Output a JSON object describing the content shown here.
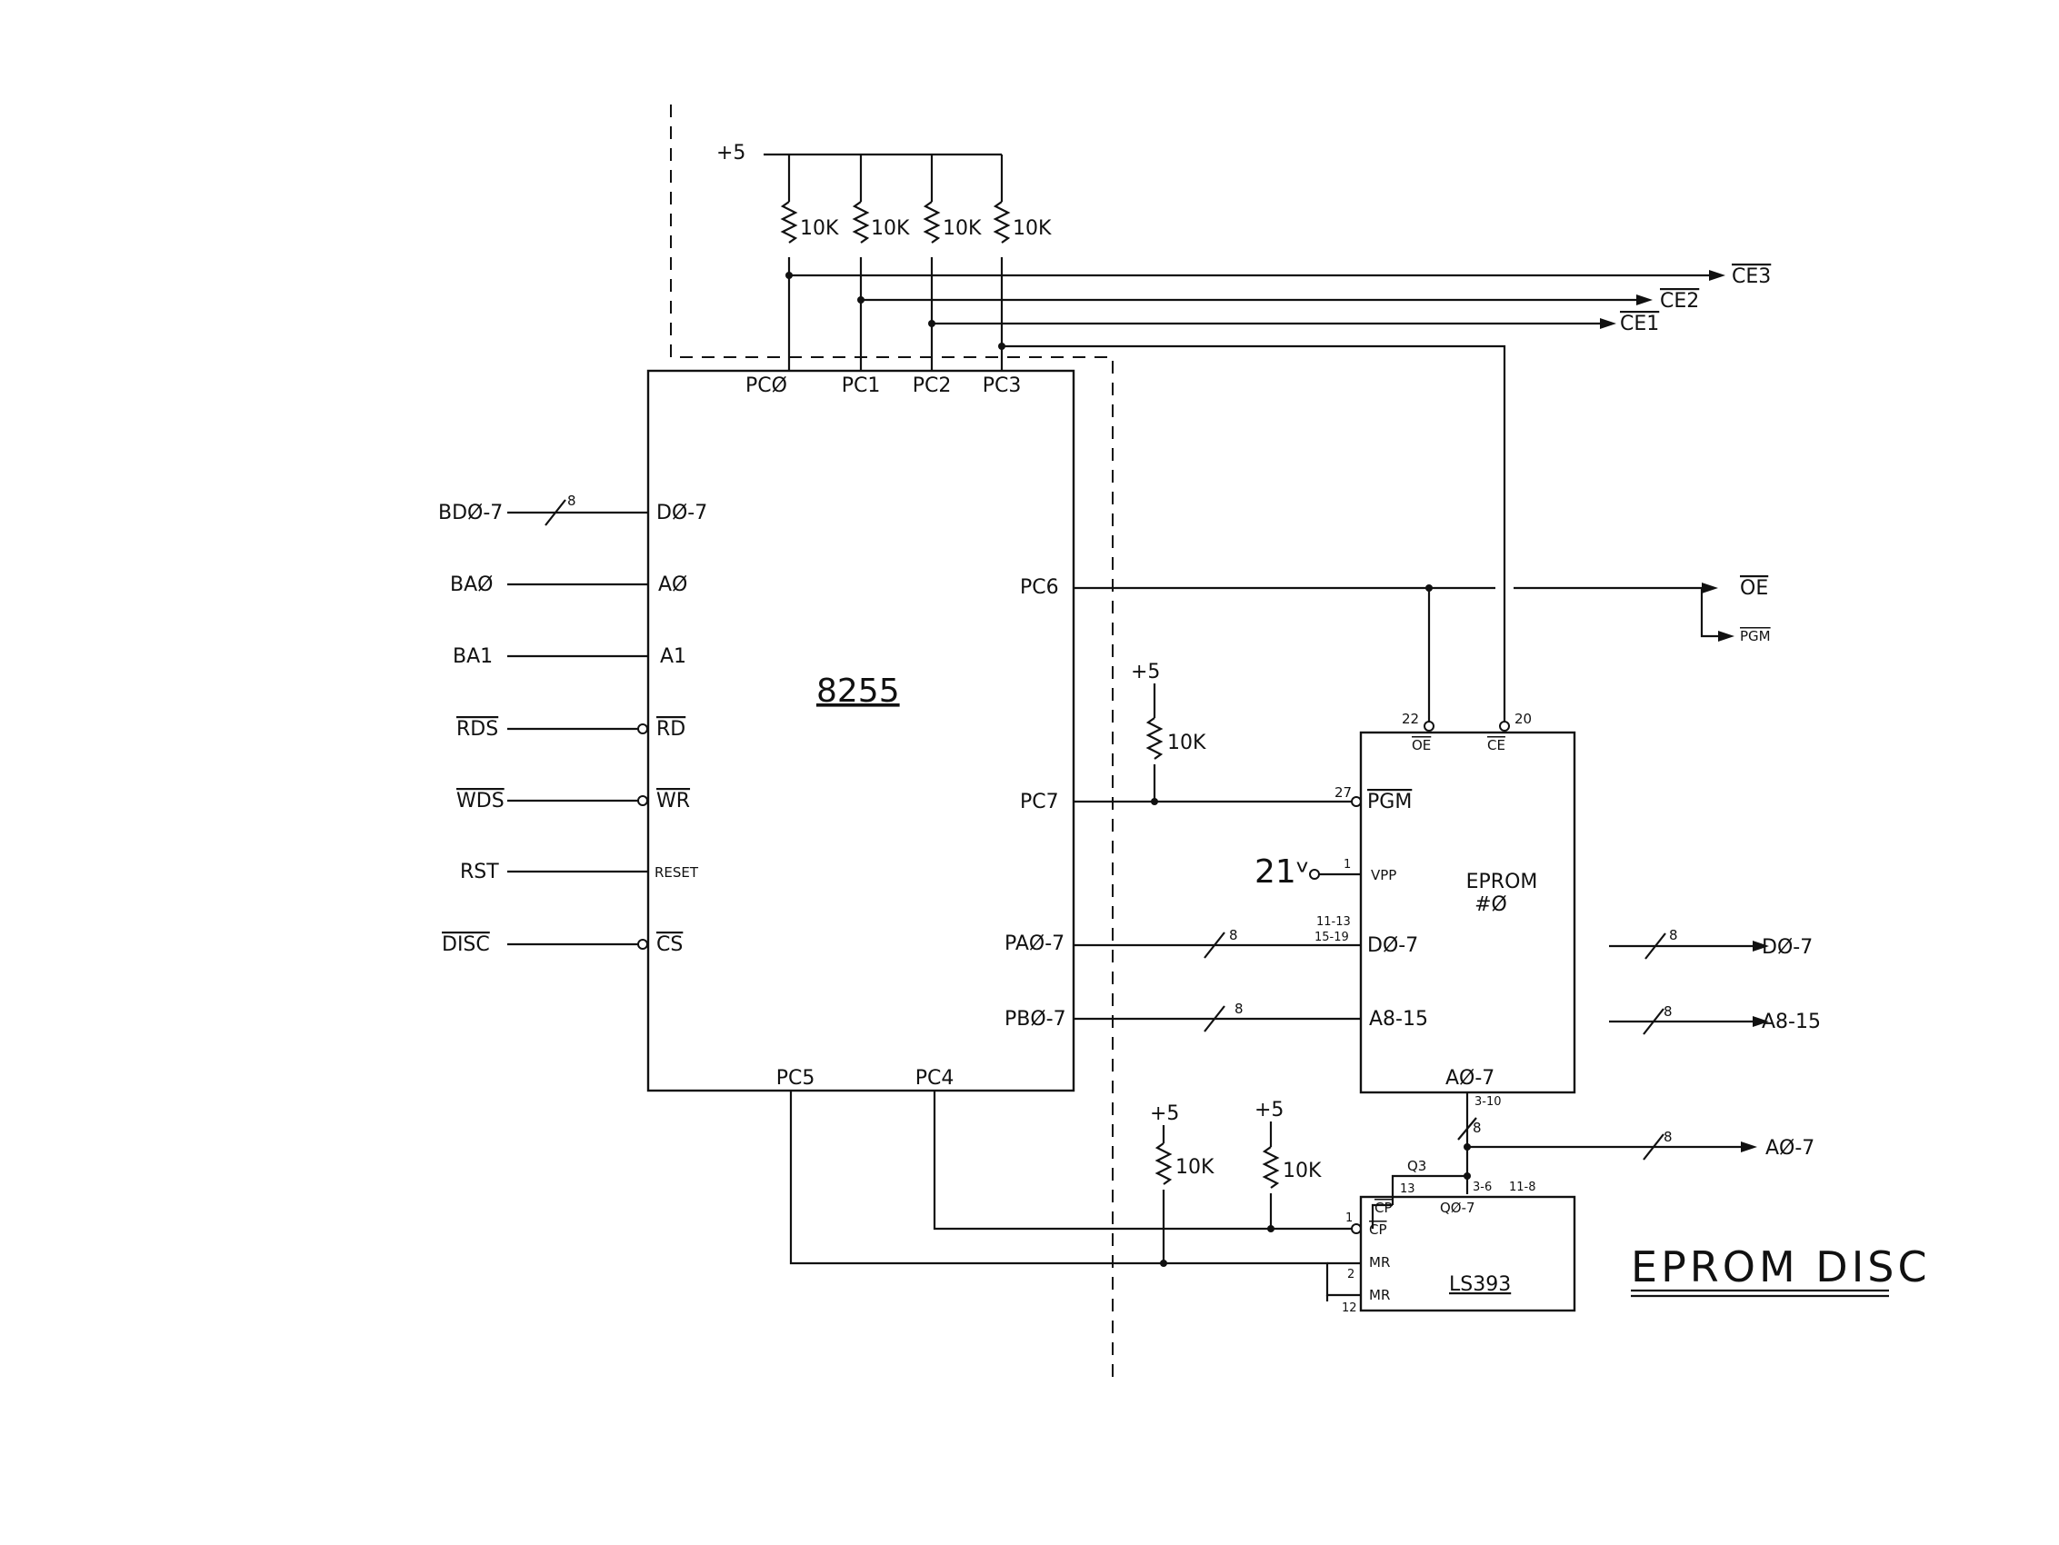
{
  "diagram": {
    "title": "EPROM DISC",
    "supply": "+5",
    "resistor": "10K",
    "vpp_supply": "21ᵛ",
    "ic_8255": {
      "name": "8255",
      "pins": {
        "pc0": "PCØ",
        "pc1": "PC1",
        "pc2": "PC2",
        "pc3": "PC3",
        "d07": "DØ-7",
        "a0": "AØ",
        "a1": "A1",
        "rd": "RD",
        "wr": "WR",
        "reset": "RESET",
        "cs": "CS",
        "pc6": "PC6",
        "pc7": "PC7",
        "pa07": "PAØ-7",
        "pb07": "PBØ-7",
        "pc5": "PC5",
        "pc4": "PC4"
      }
    },
    "eprom": {
      "name_line1": "EPROM",
      "name_line2": "#Ø",
      "pins": {
        "oe": "OE",
        "ce": "CE",
        "pgm": "PGM",
        "vpp": "VPP",
        "d07": "DØ-7",
        "a815": "A8-15",
        "a07": "AØ-7"
      },
      "pin_numbers": {
        "oe": "22",
        "ce": "20",
        "pgm": "27",
        "vpp": "1",
        "d07_a": "11-13",
        "d07_b": "15-19"
      }
    },
    "counter": {
      "name": "LS393",
      "pins": {
        "cp": "CP",
        "cp2": "CP",
        "mr1": "MR",
        "mr2": "MR",
        "q07": "QØ-7"
      },
      "pin_numbers": {
        "p13": "13",
        "p1": "1",
        "p2": "2",
        "p12": "12",
        "q_a": "3-6",
        "q_b": "11-8"
      },
      "q3": "Q3"
    },
    "inputs": {
      "bd07": "BDØ-7",
      "ba0": "BAØ",
      "ba1": "BA1",
      "rds": "RDS",
      "wds": "WDS",
      "rst": "RST",
      "disc": "DISC"
    },
    "outputs": {
      "ce3": "CE3",
      "ce2": "CE2",
      "ce1": "CE1",
      "oe": "OE",
      "pgm": "PGM",
      "d07": "DØ-7",
      "a815": "A8-15",
      "a07": "AØ-7"
    },
    "bus_width": "8",
    "bus_note": "3-10"
  }
}
